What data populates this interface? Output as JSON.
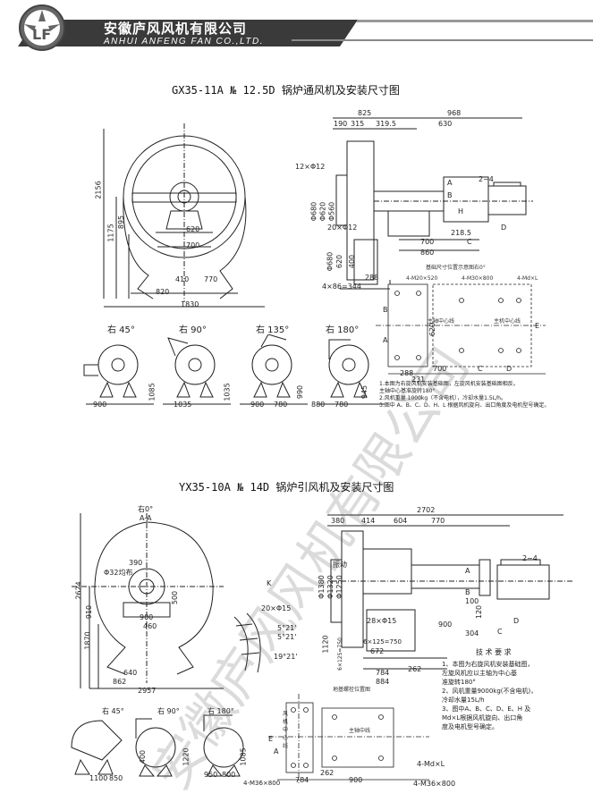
{
  "header": {
    "company_cn": "安徽庐风风机有限公司",
    "company_en": "ANHUI ANFENG FAN CO.,LTD.",
    "band_color": "#3a3a3a",
    "logo_color": "#555555"
  },
  "section1": {
    "title": "GX35-11A № 12.5D 锅炉通风机及安装尺寸图",
    "front": {
      "h1": "2156",
      "h2": "1175",
      "h3": "895",
      "w620": "620",
      "w700": "700",
      "w410": "410",
      "w770": "770",
      "w820": "820",
      "w1830": "1830"
    },
    "side": {
      "top": [
        "825",
        "968",
        "190",
        "315",
        "319.5",
        "630"
      ],
      "left": [
        "12×Φ12",
        "Φ680",
        "Φ620",
        "Φ560"
      ],
      "holes": "20×Φ12",
      "vert": [
        "Φ680",
        "620",
        "400"
      ],
      "bottom": [
        "288",
        "4×86=344",
        "700",
        "860",
        "218.5"
      ],
      "right": [
        "2~4",
        "A",
        "B",
        "H",
        "C",
        "D"
      ]
    },
    "foundation": {
      "title": "基础尺寸位置示意图右0°",
      "labels": [
        "4-M20×520",
        "4-M30×800",
        "4-Md×L"
      ],
      "axis1": "主轴中心线",
      "axis2": "主机中心线",
      "dims": [
        "288",
        "231",
        "700",
        "C",
        "D",
        "620",
        "B",
        "A",
        "E"
      ]
    },
    "variants": [
      {
        "name": "右 45°",
        "d1": "900",
        "d2": "1085"
      },
      {
        "name": "右 90°",
        "d1": "1035",
        "d2": "1035"
      },
      {
        "name": "右 135°",
        "d1": "900",
        "d2": "780",
        "d3": "990"
      },
      {
        "name": "右 180°",
        "d1": "880",
        "d2": "780",
        "d3": "945"
      }
    ],
    "notes": [
      "1.本图为右旋风机安装基础图，左旋风机安装基础图相反。",
      "   主轴中心基准旋转180°",
      "2.风机重量 1000kg（不含电机），冷却水量1.5L/h。",
      "3.图中 A、B、C、D、H、L 根据风机旋向、出口角度及电机型号确定。"
    ]
  },
  "section2": {
    "title": "YX35-10A № 14D 锅炉引风机及安装尺寸图",
    "front": {
      "rot": "右0°",
      "aa": "A-A",
      "h2624": "2624",
      "h910": "910",
      "h1870": "1870",
      "w390": "390",
      "w500": "500",
      "w900": "900",
      "w460": "460",
      "w640": "640",
      "w862": "862",
      "w2957": "2957",
      "hole": "Φ32均布"
    },
    "section_view": {
      "k": "K",
      "holes": "20×Φ15",
      "a1": "5°21'",
      "a2": "5°21'",
      "a3": "19°21'"
    },
    "side": {
      "top": [
        "2702",
        "380",
        "414",
        "604",
        "770"
      ],
      "left": [
        "Φ1380",
        "Φ1320",
        "Φ1250",
        "1120",
        "6×125=750"
      ],
      "mid": [
        "28×Φ15",
        "6×125=750",
        "672",
        "784",
        "884",
        "262"
      ],
      "right": [
        "2~4",
        "A",
        "B",
        "C",
        "D",
        "900",
        "304",
        "120",
        "100"
      ],
      "note": "振动"
    },
    "requirements_title": "技 术 要 求",
    "requirements": [
      "1、本图为右旋风机安装基础图，",
      "   左旋风机应以主轴为中心基",
      "   准旋转180°",
      "2、风机重量9000kg(不含电机)，",
      "   冷却水量15L/h",
      "3、图中A、B、C、D、E、H 及",
      "   Md×L根据风机旋向、出口角",
      "   度及电机型号确定。"
    ],
    "foundation": {
      "title": "地基螺栓位置图",
      "axis_v": "风机中心线",
      "axis_h": "主轴中线",
      "dims": [
        "784",
        "262",
        "900",
        "E",
        "A",
        "4-Md×L"
      ],
      "bolts": "4-M36×800"
    },
    "variants": [
      {
        "name": "右 45°",
        "d1": "1100",
        "d2": "850"
      },
      {
        "name": "右 90°",
        "d1": "400",
        "d2": "1220"
      },
      {
        "name": "右 180°",
        "d1": "950",
        "d2": "800",
        "d3": "1085"
      }
    ],
    "bottom_bolts": "4-M36×800"
  },
  "watermark": "安徽庐风风机有限公司"
}
